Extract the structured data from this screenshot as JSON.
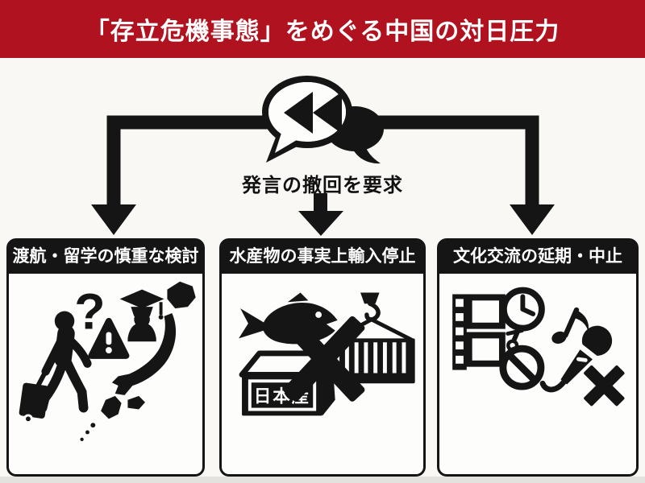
{
  "title": "「存立危機事態」をめぐる中国の対日圧力",
  "bubble": {
    "caption": "発言の撤回を要求",
    "icon": "speech-bubbles-rewind-icon"
  },
  "branches": [
    {
      "label": "渡航・留学の慎重な検討",
      "icons": [
        "walking-traveler-with-suitcase-icon",
        "question-mark-icon",
        "warning-triangle-icon",
        "graduate-student-icon",
        "japan-map-icon"
      ],
      "question_glyph": "?"
    },
    {
      "label": "水産物の事実上輸入停止",
      "icons": [
        "fish-icon",
        "japan-product-box-icon",
        "big-x-icon",
        "cargo-container-hook-icon"
      ],
      "box_label": "日本産"
    },
    {
      "label": "文化交流の延期・中止",
      "icons": [
        "film-strip-icon",
        "clock-icon",
        "prohibition-sign-icon",
        "music-note-icon",
        "microphone-icon",
        "small-x-icon"
      ]
    }
  ],
  "colors": {
    "banner_bg": "#b0121f",
    "banner_fg": "#ffffff",
    "ink": "#151515",
    "page_bg": "#f9f8f5",
    "footer_strip": "#e3e2de",
    "box_bg": "#fdfdfc"
  }
}
